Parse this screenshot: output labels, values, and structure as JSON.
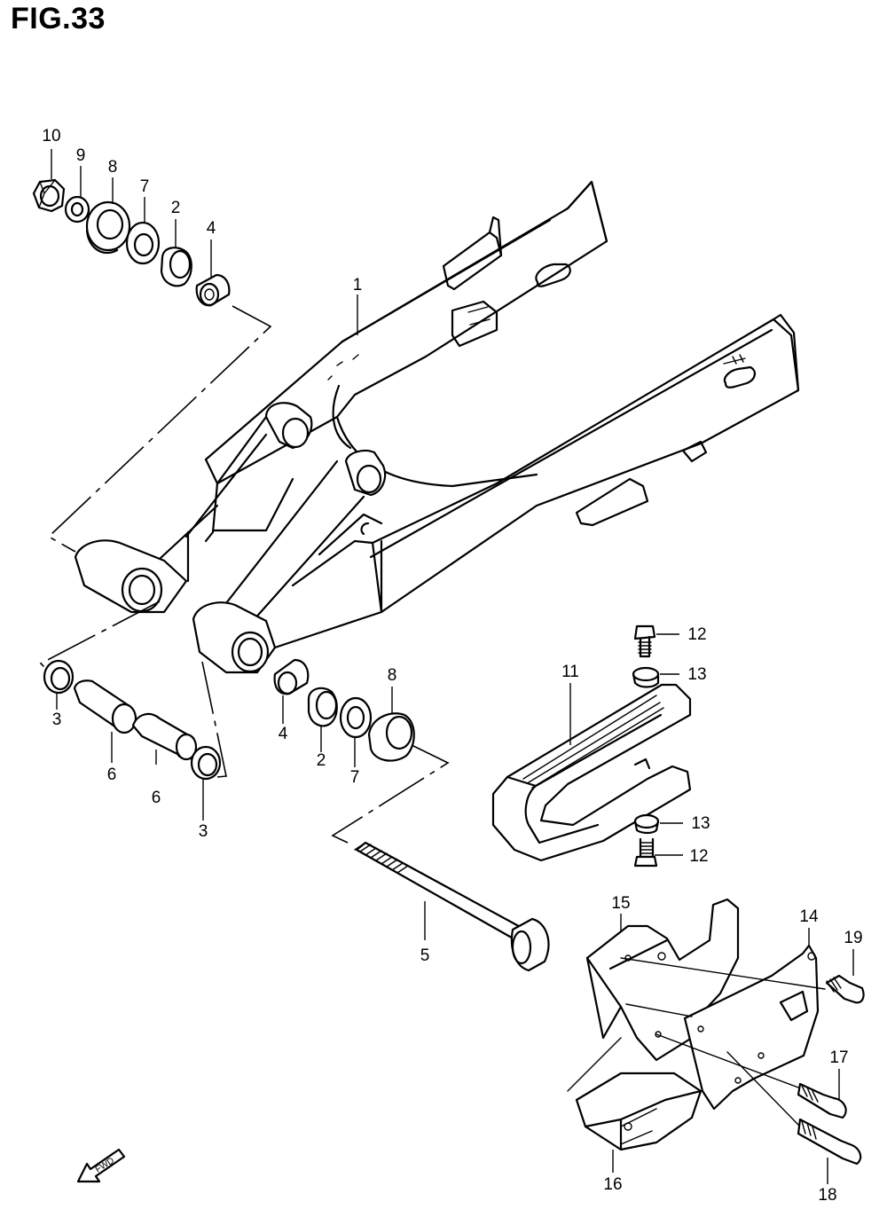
{
  "figure": {
    "title": "FIG.33"
  },
  "parts": [
    {
      "number": "1"
    },
    {
      "number": "2"
    },
    {
      "number": "2"
    },
    {
      "number": "3"
    },
    {
      "number": "3"
    },
    {
      "number": "4"
    },
    {
      "number": "4"
    },
    {
      "number": "5"
    },
    {
      "number": "6"
    },
    {
      "number": "6"
    },
    {
      "number": "7"
    },
    {
      "number": "7"
    },
    {
      "number": "8"
    },
    {
      "number": "8"
    },
    {
      "number": "9"
    },
    {
      "number": "10"
    },
    {
      "number": "11"
    },
    {
      "number": "12"
    },
    {
      "number": "12"
    },
    {
      "number": "13"
    },
    {
      "number": "13"
    },
    {
      "number": "14"
    },
    {
      "number": "15"
    },
    {
      "number": "16"
    },
    {
      "number": "17"
    },
    {
      "number": "18"
    },
    {
      "number": "19"
    }
  ],
  "direction_marker": {
    "text": "FWD",
    "icon": "forward-arrow-icon"
  }
}
